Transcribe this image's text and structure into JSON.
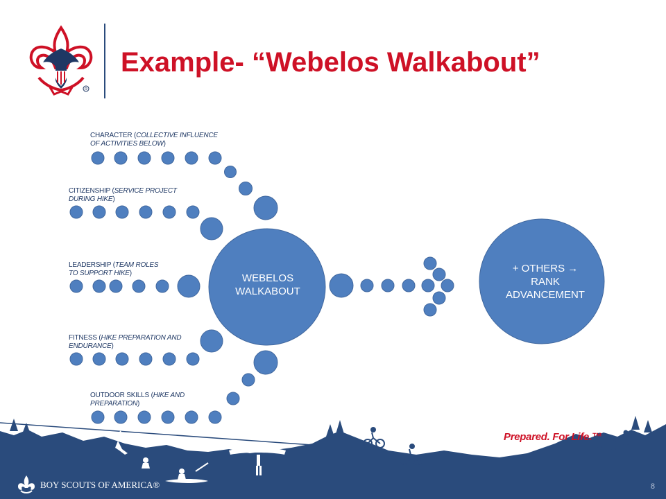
{
  "header": {
    "title": "Example- “Webelos Walkabout”",
    "logo_icon": "bsa-fleur-de-lis-logo-icon"
  },
  "diagram": {
    "center_node": {
      "line1": "WEBELOS",
      "line2": "WALKABOUT"
    },
    "result_node": {
      "line1": "+ OTHERS →",
      "line2": "RANK",
      "line3": "ADVANCEMENT"
    },
    "branches": [
      {
        "name": "CHARACTER",
        "open": " (",
        "detail": "COLLECTIVE INFLUENCE",
        "detail2": "OF ACTIVITIES BELOW",
        "close": ")"
      },
      {
        "name": "CITIZENSHIP",
        "open": " (",
        "detail": "SERVICE PROJECT",
        "detail2": "DURING HIKE",
        "close": ")"
      },
      {
        "name": "LEADERSHIP",
        "open": " (",
        "detail": "TEAM ROLES",
        "detail2": "TO SUPPORT HIKE",
        "close": ")"
      },
      {
        "name": "FITNESS",
        "open": " (",
        "detail": "HIKE PREPARATION AND",
        "detail2": "ENDURANCE",
        "close": ")"
      },
      {
        "name": "OUTDOOR SKILLS",
        "open": " (",
        "detail": "HIKE AND",
        "detail2": "PREPARATION",
        "close": ")"
      }
    ],
    "colors": {
      "node_fill": "#4f7fbf",
      "node_stroke": "#41689f",
      "label_text": "#1f3864"
    }
  },
  "footer": {
    "tagline": "Prepared. For Life.™",
    "brand": "BOY SCOUTS OF AMERICA®",
    "page_number": "8",
    "emblem_icon": "bsa-emblem-icon",
    "colors": {
      "band": "#2a4b7c",
      "sky": "#ffffff",
      "accent": "#ce1126"
    }
  }
}
